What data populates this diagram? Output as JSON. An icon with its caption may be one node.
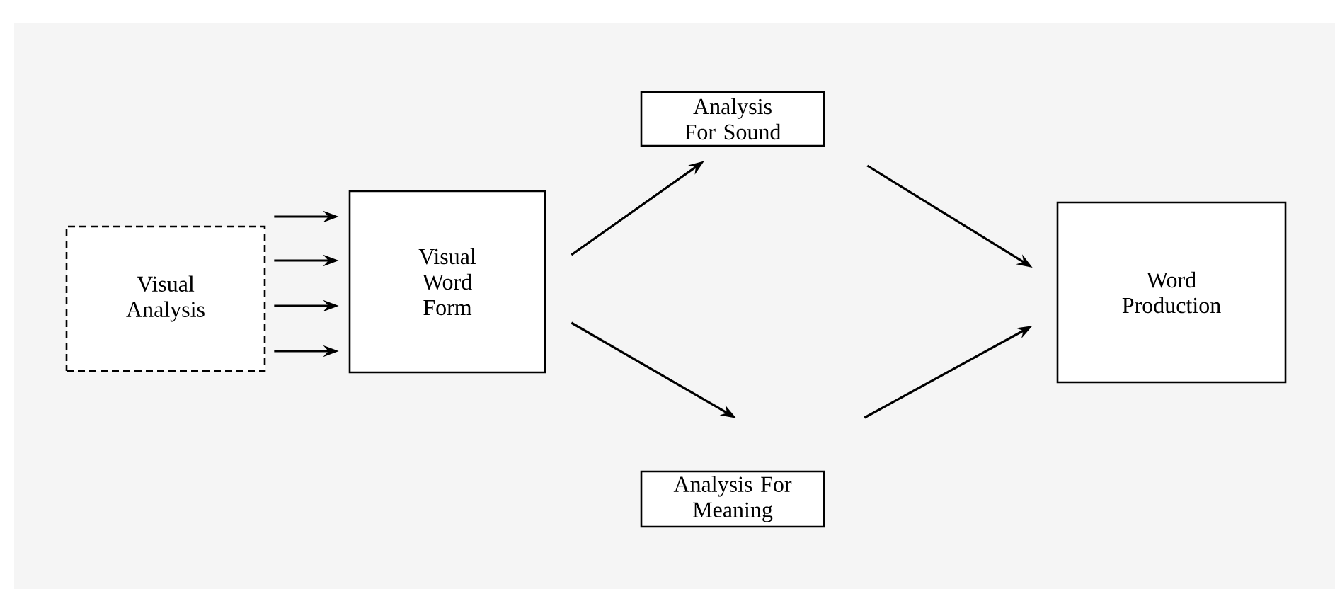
{
  "diagram": {
    "nodes": [
      {
        "text": [
          "Visual Analysis"
        ]
      },
      {
        "text": [
          "Visual Word Form"
        ]
      },
      {
        "text": [
          "Analysis For Sound"
        ]
      },
      {
        "text": [
          "Analysis For Meaning"
        ]
      },
      {
        "text": [
          "Word Production"
        ]
      }
    ],
    "edges": [
      {
        "from": 0,
        "to": 1,
        "arrow": "to"
      },
      {
        "from": 0,
        "to": 1,
        "arrow": "to"
      },
      {
        "from": 0,
        "to": 1,
        "arrow": "to"
      },
      {
        "from": 0,
        "to": 1,
        "arrow": "to"
      },
      {
        "from": 1,
        "to": 2,
        "arrow": "to"
      },
      {
        "from": 1,
        "to": 3,
        "arrow": "to"
      },
      {
        "from": 2,
        "to": 4,
        "arrow": "to"
      },
      {
        "from": 3,
        "to": 4,
        "arrow": "to"
      }
    ]
  }
}
